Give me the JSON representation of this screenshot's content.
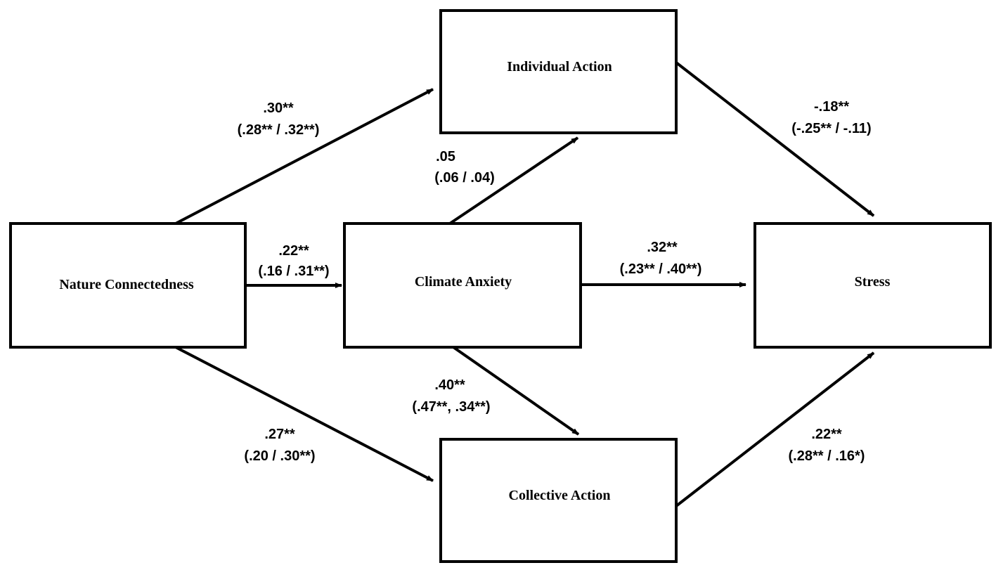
{
  "colors": {
    "stroke": "#000000",
    "background": "#ffffff"
  },
  "nodes": {
    "nature_connectedness": {
      "label": "Nature Connectedness"
    },
    "climate_anxiety": {
      "label": "Climate Anxiety"
    },
    "individual_action": {
      "label": "Individual Action"
    },
    "collective_action": {
      "label": "Collective Action"
    },
    "stress": {
      "label": "Stress"
    }
  },
  "paths": {
    "nc_to_ia": {
      "from": "Nature Connectedness",
      "to": "Individual Action",
      "coef": ".30**",
      "groups": "(.28** / .32**)"
    },
    "nc_to_ca": {
      "from": "Nature Connectedness",
      "to": "Climate Anxiety",
      "coef": ".22**",
      "groups": "(.16 / .31**)"
    },
    "nc_to_col": {
      "from": "Nature Connectedness",
      "to": "Collective Action",
      "coef": ".27**",
      "groups": "(.20 / .30**)"
    },
    "ca_to_ia": {
      "from": "Climate Anxiety",
      "to": "Individual Action",
      "coef": ".05",
      "groups": "(.06 / .04)"
    },
    "ca_to_stress": {
      "from": "Climate Anxiety",
      "to": "Stress",
      "coef": ".32**",
      "groups": "(.23** / .40**)"
    },
    "ca_to_col": {
      "from": "Climate Anxiety",
      "to": "Collective Action",
      "coef": ".40**",
      "groups": "(.47**, .34**)"
    },
    "ia_to_stress": {
      "from": "Individual Action",
      "to": "Stress",
      "coef": "-.18**",
      "groups": "(-.25** / -.11)"
    },
    "col_to_stress": {
      "from": "Collective Action",
      "to": "Stress",
      "coef": ".22**",
      "groups": "(.28** / .16*)"
    }
  }
}
